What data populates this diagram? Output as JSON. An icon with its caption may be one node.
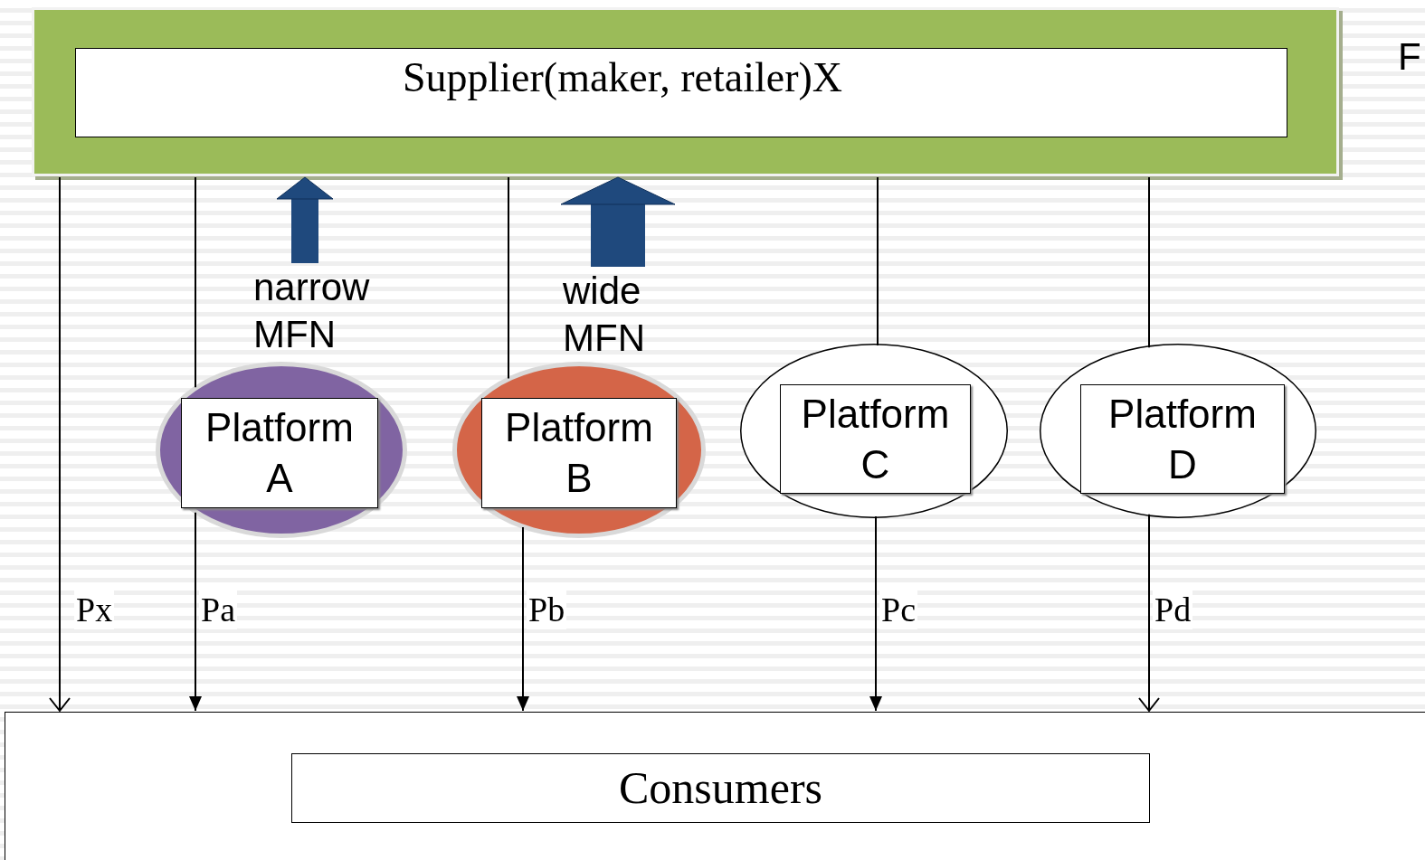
{
  "diagram": {
    "nodes": [
      {
        "text": [],
        "shape": "box"
      },
      {
        "text": [
          "Supplier(maker, retailer)X"
        ],
        "in": 0
      },
      {
        "text": [],
        "shape": "ellipse"
      },
      {
        "text": [
          "Platform A"
        ],
        "in": 2
      },
      {
        "text": [],
        "shape": "ellipse"
      },
      {
        "text": [
          "Platform B"
        ],
        "in": 4
      },
      {
        "text": [],
        "shape": "ellipse"
      },
      {
        "text": [
          "Platform C"
        ],
        "in": 6
      },
      {
        "text": [],
        "shape": "ellipse"
      },
      {
        "text": [
          "Platform D"
        ],
        "in": 8
      },
      {
        "text": [],
        "shape": "box"
      },
      {
        "text": [
          "Consumers"
        ],
        "in": 10
      },
      {
        "text": [
          "narrow MFN"
        ]
      },
      {
        "text": [
          "wide MFN"
        ]
      }
    ],
    "edges": [
      {
        "from": 0,
        "to": 10,
        "arrow": "to",
        "label": "Px"
      },
      {
        "from": 0,
        "to": 2,
        "arrow": "none"
      },
      {
        "from": 2,
        "to": 10,
        "arrow": "to",
        "label": "Pa"
      },
      {
        "from": 0,
        "to": 4,
        "arrow": "none"
      },
      {
        "from": 4,
        "to": 10,
        "arrow": "to",
        "label": "Pb"
      },
      {
        "from": 0,
        "to": 6,
        "arrow": "none"
      },
      {
        "from": 6,
        "to": 10,
        "arrow": "to",
        "label": "Pc"
      },
      {
        "from": 0,
        "to": 8,
        "arrow": "none"
      },
      {
        "from": 8,
        "to": 10,
        "arrow": "to",
        "label": "Pd"
      },
      {
        "from": 12,
        "to": 0,
        "arrow": "to",
        "style": "thick",
        "color": "#1f497d"
      },
      {
        "from": 13,
        "to": 0,
        "arrow": "to",
        "style": "thick",
        "color": "#1f497d"
      }
    ],
    "labels": [
      "F"
    ]
  }
}
